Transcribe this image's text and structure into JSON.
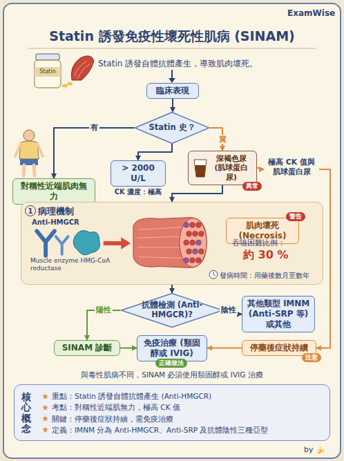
{
  "diagram": {
    "title": "Statin 誘發免疫性壞死性肌病 (SINAM)",
    "nodes": [
      {
        "text": [
          "臨床表現"
        ]
      },
      {
        "text": [
          "Statin 史？"
        ]
      },
      {
        "text": [
          "對稱性近端肌肉無力"
        ]
      },
      {
        "text": [
          "> 2000 U/L",
          "CK 濃度：極高"
        ]
      },
      {
        "text": [
          "深褐色尿 (肌球蛋白尿)",
          "異常"
        ]
      },
      {
        "text": [
          "極高 CK 值與 肌球蛋白尿"
        ]
      },
      {
        "text": [
          "病理機制"
        ]
      },
      {
        "text": [
          "肌肉壞死 (Necrosis)",
          "警告"
        ],
        "in": 6
      },
      {
        "text": [
          "抗體檢測 (Anti-HMGCR)?"
        ]
      },
      {
        "text": [
          "其他類型 IMNM (Anti-SRP 等) 或其他"
        ]
      },
      {
        "text": [
          "SINAM 診斷"
        ]
      },
      {
        "text": [
          "免疫治療 (類固醇或 IVIG)",
          "正確做法"
        ]
      },
      {
        "text": [
          "停藥後症狀持續",
          "注意"
        ]
      },
      {
        "text": [
          "核心概念",
          "重點：Statin 誘發自體抗體產生 (Anti-HMGCR)",
          "考點：對稱性近端肌無力，極高 CK 值",
          "關鍵：停藥後症狀持續，需免疫治療",
          "定義：IMNM 分為 Anti-HMGCR、Anti-SRP 及抗體陰性三種亞型"
        ]
      }
    ],
    "edges": [
      {
        "from": 0,
        "to": 1,
        "arrow": "to"
      },
      {
        "from": 1,
        "to": 2,
        "label": "有",
        "arrow": "to"
      },
      {
        "from": 1,
        "to": 3,
        "arrow": "to"
      },
      {
        "from": 1,
        "to": 4,
        "label": "賞",
        "arrow": "to"
      },
      {
        "from": 4,
        "to": 5,
        "arrow": "to"
      },
      {
        "from": 5,
        "to": 12,
        "arrow": "to"
      },
      {
        "from": 4,
        "to": 6,
        "arrow": "to"
      },
      {
        "from": 6,
        "to": 8,
        "arrow": "to"
      },
      {
        "from": 8,
        "to": 10,
        "label": "陽性",
        "arrow": "to"
      },
      {
        "from": 8,
        "to": 9,
        "label": "陰性",
        "arrow": "to"
      },
      {
        "from": 10,
        "to": 11,
        "arrow": "to"
      },
      {
        "from": 12,
        "to": 11,
        "arrow": "to"
      }
    ],
    "labels": [
      "ExamWise",
      "Statin 誘發自體抗體產生，導致肌肉壞死。",
      "Statin",
      "1",
      "Anti-HMGCR",
      "Muscle enzyme HMG-CoA reductase",
      "吞嚥困難比例：",
      "約 30 %",
      "發病時間：用藥後數月至數年",
      "與毒性肌病不同，SINAM 必須使用類固醇或 IVIG 治療",
      "by 🍌"
    ]
  }
}
